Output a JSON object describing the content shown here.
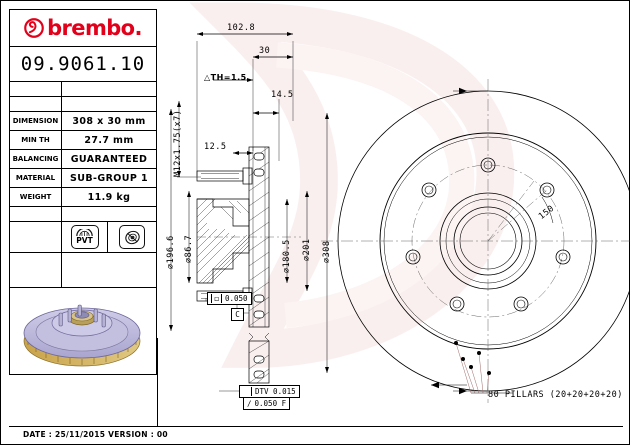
{
  "brand": {
    "name": "brembo.",
    "color": "#e2001a",
    "logo_icon": "brembo-swirl-logo"
  },
  "part_code": "09.9061.10",
  "spec_table": {
    "rows": [
      {
        "key": "DIMENSION",
        "value": "308 x 30 mm"
      },
      {
        "key": "MIN TH",
        "value": "27.7 mm"
      },
      {
        "key": "BALANCING",
        "value": "GUARANTEED"
      },
      {
        "key": "MATERIAL",
        "value": "SUB-GROUP 1"
      },
      {
        "key": "WEIGHT",
        "value": "11.9 kg"
      }
    ]
  },
  "icons": {
    "pvt_label": "PVT",
    "pvt_icon": "pvt-coating-icon",
    "disc_icon": "brake-disc-icon"
  },
  "preview": {
    "caption": "",
    "icon": "brake-disc-3d-render"
  },
  "footer": {
    "text": "DATE : 25/11/2015 VERSION : 00"
  },
  "drawing": {
    "dimensions": {
      "overall_width": "102.8",
      "hub_offset": "30",
      "thickness_tolerance": "TH=1.5",
      "vane_width": "14.5",
      "flange_offset": "12.5",
      "thread": "M12x1.75(x7)",
      "dia_196_6": "196.6",
      "dia_86_7": "86.7",
      "dia_180_5": "180.5",
      "dia_201": "201",
      "dia_308": "308",
      "angle_150": "150"
    },
    "tolerances": {
      "flatness": "0.050",
      "datum_c": "C",
      "dtv": "DTV 0.015",
      "runout": "0.050 F"
    },
    "callouts": {
      "pillars": "80 PILLARS (20+20+20+20)"
    }
  }
}
